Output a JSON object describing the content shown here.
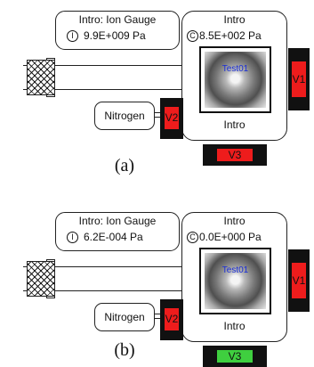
{
  "colors": {
    "red": "#ee1c1c",
    "green": "#3fcf3f",
    "dark": "#111111",
    "viewport_label": "#1a2ed8"
  },
  "panels": {
    "a": {
      "gauge_title": "Intro: Ion Gauge",
      "gauge_symbol": "I",
      "gauge_value": "9.9E+009 Pa",
      "chamber_name": "Intro",
      "chamber_symbol": "C",
      "chamber_pressure": "8.5E+002 Pa",
      "viewport_label": "Test01",
      "chamber_bottom": "Intro",
      "nitrogen_label": "Nitrogen",
      "valves": [
        {
          "label": "V1",
          "color": "#ee1c1c"
        },
        {
          "label": "V2",
          "color": "#ee1c1c"
        },
        {
          "label": "V3",
          "color": "#ee1c1c"
        }
      ],
      "caption": "(a)"
    },
    "b": {
      "gauge_title": "Intro: Ion Gauge",
      "gauge_symbol": "I",
      "gauge_value": "6.2E-004 Pa",
      "chamber_name": "Intro",
      "chamber_symbol": "C",
      "chamber_pressure": "0.0E+000 Pa",
      "viewport_label": "Test01",
      "chamber_bottom": "Intro",
      "nitrogen_label": "Nitrogen",
      "valves": [
        {
          "label": "V1",
          "color": "#ee1c1c"
        },
        {
          "label": "V2",
          "color": "#ee1c1c"
        },
        {
          "label": "V3",
          "color": "#3fcf3f"
        }
      ],
      "caption": "(b)"
    }
  }
}
